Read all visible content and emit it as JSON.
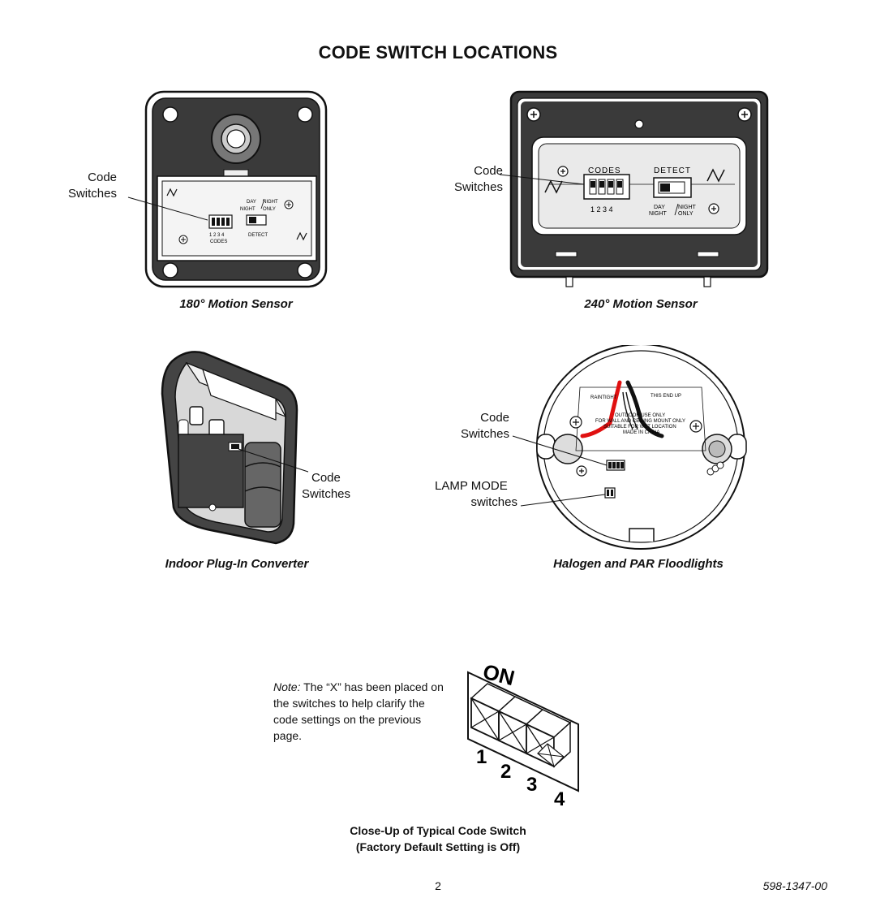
{
  "page": {
    "title": "CODE SWITCH LOCATIONS",
    "page_number": "2",
    "doc_number": "598-1347-00"
  },
  "sensor180": {
    "caption": "180° Motion Sensor",
    "label_line1": "Code",
    "label_line2": "Switches",
    "panel": {
      "day": "DAY",
      "night": "NIGHT",
      "night2": "NIGHT",
      "only": "ONLY",
      "digits": "1 2 3 4",
      "codes": "CODES",
      "detect": "DETECT"
    }
  },
  "sensor240": {
    "caption": "240° Motion Sensor",
    "label_line1": "Code",
    "label_line2": "Switches",
    "panel": {
      "codes": "CODES",
      "detect": "DETECT",
      "digits": "1  2  3  4",
      "day": "DAY",
      "night": "NIGHT",
      "night2": "NIGHT",
      "only": "ONLY"
    }
  },
  "converter": {
    "caption": "Indoor Plug-In Converter",
    "label_line1": "Code",
    "label_line2": "Switches"
  },
  "floodlight": {
    "caption": "Halogen and PAR Floodlights",
    "code_line1": "Code",
    "code_line2": "Switches",
    "lamp_line1": "LAMP MODE",
    "lamp_line2": "switches",
    "plate": {
      "raintight": "RAINTIGHT",
      "this_end_up": "THIS END UP",
      "line1": "OUTDOOR USE ONLY",
      "line2": "FOR WALL AND CEILING MOUNT ONLY",
      "line3": "SUITABLE FOR WET LOCATION",
      "line4": "MADE IN CHINA"
    }
  },
  "closeup": {
    "on_label": "ON",
    "digits": [
      "1",
      "2",
      "3",
      "4"
    ],
    "note_lead": "Note:",
    "note_rest": " The “X” has been placed on the switches to help clarify the code settings on the previous page.",
    "caption_line1": "Close-Up of Typical Code Switch",
    "caption_line2": "(Factory Default Setting is Off)"
  }
}
